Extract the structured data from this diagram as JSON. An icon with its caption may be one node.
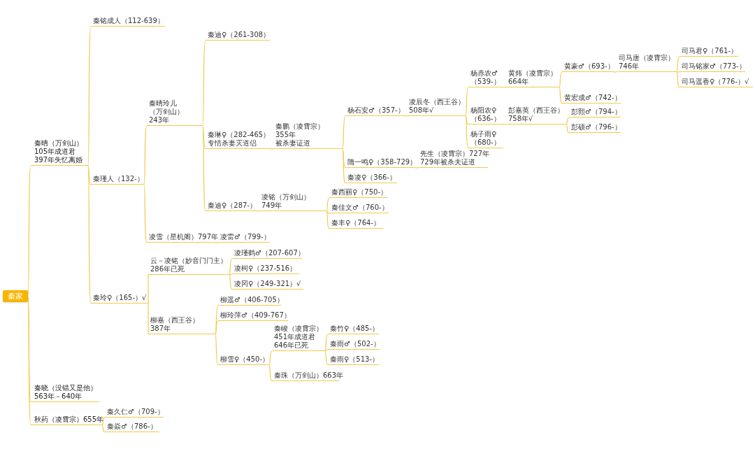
{
  "diagram": {
    "nodes": [
      {
        "text": [
          "秦家"
        ]
      },
      {
        "text": [
          "秦晴（万剑山）105年成道君397年失忆离婚"
        ]
      },
      {
        "text": [
          "秦铭成人（112-639）"
        ]
      },
      {
        "text": [
          "秦瑾人（132-）"
        ]
      },
      {
        "text": [
          "秦玲♀（165-）√"
        ]
      },
      {
        "text": [
          "秦晴玲儿（万剑山）243年"
        ]
      },
      {
        "text": [
          "凌雪（星机阁）797年"
        ]
      },
      {
        "text": [
          "凌雷♂（799-）"
        ]
      },
      {
        "text": [
          "秦迪♀（261-308）"
        ]
      },
      {
        "text": [
          "秦琳♀（282-465）专情杀妻灭道侣"
        ]
      },
      {
        "text": [
          "秦迪♀（287-）"
        ]
      },
      {
        "text": [
          "秦鹏（凌霄宗）355年被杀妻证道"
        ]
      },
      {
        "text": [
          "杨石安♂（357-）"
        ]
      },
      {
        "text": [
          "隋一鸣♀（358-729）"
        ]
      },
      {
        "text": [
          "秦凌♀（366-）"
        ]
      },
      {
        "text": [
          "凌辰冬（西王谷）508年√"
        ]
      },
      {
        "text": [
          "先生（凌霄宗）727年729年被杀夫证道"
        ]
      },
      {
        "text": [
          "杨赤农♂（539-）"
        ]
      },
      {
        "text": [
          "杨阳农♀（636-）"
        ]
      },
      {
        "text": [
          "杨子雨♀（680-）"
        ]
      },
      {
        "text": [
          "黄炜（凌霄宗）664年"
        ]
      },
      {
        "text": [
          "黄豪♂（693-）"
        ]
      },
      {
        "text": [
          "黄宏成♂（742-）"
        ]
      },
      {
        "text": [
          "司马唐（凌霄宗）746年"
        ]
      },
      {
        "text": [
          "司马君♀（761-）"
        ]
      },
      {
        "text": [
          "司马铭家♂（773-）"
        ]
      },
      {
        "text": [
          "司马遥香♀（776-）√"
        ]
      },
      {
        "text": [
          "彭嘉英（西王谷）758年√"
        ]
      },
      {
        "text": [
          "彭熙♂（794-）"
        ]
      },
      {
        "text": [
          "彭硕♂（796-）"
        ]
      },
      {
        "text": [
          "凌铭（万剑山）749年"
        ]
      },
      {
        "text": [
          "秦西丽♀（750-）"
        ]
      },
      {
        "text": [
          "秦佳文♂（760-）"
        ]
      },
      {
        "text": [
          "秦丰♀（764-）"
        ]
      },
      {
        "text": [
          "云－凌铭（妙音门门主）286年已死"
        ]
      },
      {
        "text": [
          "柳嘉（西王谷）387年"
        ]
      },
      {
        "text": [
          "凌瑾鹤♂（207-607）"
        ]
      },
      {
        "text": [
          "凌柯♀（237-516）"
        ]
      },
      {
        "text": [
          "凌冈♀（249-321）√"
        ]
      },
      {
        "text": [
          "柳遥♂（406-705）"
        ]
      },
      {
        "text": [
          "柳玲萍♂（409-767）"
        ]
      },
      {
        "text": [
          "柳雪♀（450-）"
        ]
      },
      {
        "text": [
          "秦峻（凌霄宗）451年成道君646年已死"
        ]
      },
      {
        "text": [
          "秦珠（万剑山）663年"
        ]
      },
      {
        "text": [
          "秦竹♀（485-）"
        ]
      },
      {
        "text": [
          "秦雨♂（502-）"
        ]
      },
      {
        "text": [
          "秦雨♀（513-）"
        ]
      },
      {
        "text": [
          "秦晓（没错又是他）563年－640年"
        ]
      },
      {
        "text": [
          "秋药（凌霄宗）655年"
        ]
      },
      {
        "text": [
          "秦久仁♂（709-）"
        ]
      },
      {
        "text": [
          "秦焱♂（786-）"
        ]
      }
    ],
    "edges": [
      {
        "from": 0,
        "to": 1,
        "arrow": "none"
      },
      {
        "from": 0,
        "to": 47,
        "arrow": "none"
      },
      {
        "from": 0,
        "to": 48,
        "arrow": "none"
      },
      {
        "from": 1,
        "to": 2,
        "arrow": "none"
      },
      {
        "from": 1,
        "to": 3,
        "arrow": "none"
      },
      {
        "from": 1,
        "to": 4,
        "arrow": "none"
      },
      {
        "from": 3,
        "to": 5,
        "arrow": "none"
      },
      {
        "from": 3,
        "to": 6,
        "arrow": "none"
      },
      {
        "from": 6,
        "to": 7,
        "arrow": "none"
      },
      {
        "from": 5,
        "to": 8,
        "arrow": "none"
      },
      {
        "from": 5,
        "to": 9,
        "arrow": "none"
      },
      {
        "from": 5,
        "to": 10,
        "arrow": "none"
      },
      {
        "from": 9,
        "to": 11,
        "arrow": "none"
      },
      {
        "from": 11,
        "to": 12,
        "arrow": "none"
      },
      {
        "from": 11,
        "to": 13,
        "arrow": "none"
      },
      {
        "from": 11,
        "to": 14,
        "arrow": "none"
      },
      {
        "from": 12,
        "to": 15,
        "arrow": "none"
      },
      {
        "from": 13,
        "to": 16,
        "arrow": "none"
      },
      {
        "from": 15,
        "to": 17,
        "arrow": "none"
      },
      {
        "from": 15,
        "to": 18,
        "arrow": "none"
      },
      {
        "from": 15,
        "to": 19,
        "arrow": "none"
      },
      {
        "from": 17,
        "to": 20,
        "arrow": "none"
      },
      {
        "from": 20,
        "to": 21,
        "arrow": "none"
      },
      {
        "from": 20,
        "to": 22,
        "arrow": "none"
      },
      {
        "from": 21,
        "to": 23,
        "arrow": "none"
      },
      {
        "from": 23,
        "to": 24,
        "arrow": "none"
      },
      {
        "from": 23,
        "to": 25,
        "arrow": "none"
      },
      {
        "from": 23,
        "to": 26,
        "arrow": "none"
      },
      {
        "from": 18,
        "to": 27,
        "arrow": "none"
      },
      {
        "from": 27,
        "to": 28,
        "arrow": "none"
      },
      {
        "from": 27,
        "to": 29,
        "arrow": "none"
      },
      {
        "from": 10,
        "to": 30,
        "arrow": "none"
      },
      {
        "from": 30,
        "to": 31,
        "arrow": "none"
      },
      {
        "from": 30,
        "to": 32,
        "arrow": "none"
      },
      {
        "from": 30,
        "to": 33,
        "arrow": "none"
      },
      {
        "from": 4,
        "to": 34,
        "arrow": "none"
      },
      {
        "from": 4,
        "to": 35,
        "arrow": "none"
      },
      {
        "from": 34,
        "to": 36,
        "arrow": "none"
      },
      {
        "from": 34,
        "to": 37,
        "arrow": "none"
      },
      {
        "from": 34,
        "to": 38,
        "arrow": "none"
      },
      {
        "from": 35,
        "to": 39,
        "arrow": "none"
      },
      {
        "from": 35,
        "to": 40,
        "arrow": "none"
      },
      {
        "from": 35,
        "to": 41,
        "arrow": "none"
      },
      {
        "from": 41,
        "to": 42,
        "arrow": "none"
      },
      {
        "from": 41,
        "to": 43,
        "arrow": "none"
      },
      {
        "from": 42,
        "to": 44,
        "arrow": "none"
      },
      {
        "from": 42,
        "to": 45,
        "arrow": "none"
      },
      {
        "from": 42,
        "to": 46,
        "arrow": "none"
      },
      {
        "from": 48,
        "to": 49,
        "arrow": "none"
      },
      {
        "from": 48,
        "to": 50,
        "arrow": "none"
      }
    ]
  }
}
